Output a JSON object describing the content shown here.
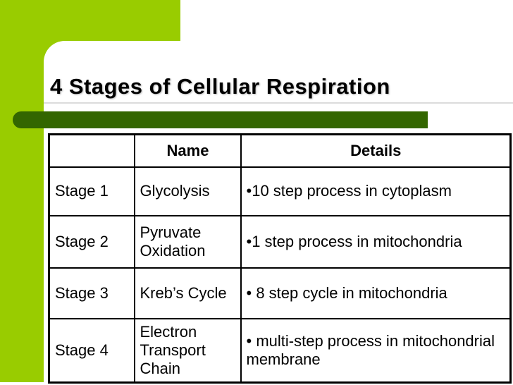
{
  "slide": {
    "title": "4 Stages of Cellular Respiration",
    "colors": {
      "accent_light": "#99CC00",
      "accent_dark": "#336600",
      "table_border": "#000000",
      "title_color": "#000000",
      "background": "#FFFFFF"
    },
    "table": {
      "headers": [
        "",
        "Name",
        "Details"
      ],
      "rows": [
        {
          "stage": "Stage 1",
          "name": "Glycolysis",
          "details": "•10 step process in cytoplasm"
        },
        {
          "stage": "Stage 2",
          "name": "Pyruvate Oxidation",
          "details": "•1 step process in mitochondria"
        },
        {
          "stage": "Stage 3",
          "name": "Kreb’s Cycle",
          "details": "• 8 step cycle in mitochondria"
        },
        {
          "stage": "Stage 4",
          "name": "Electron Transport Chain",
          "details": "• multi-step process in mitochondrial membrane"
        }
      ]
    }
  }
}
